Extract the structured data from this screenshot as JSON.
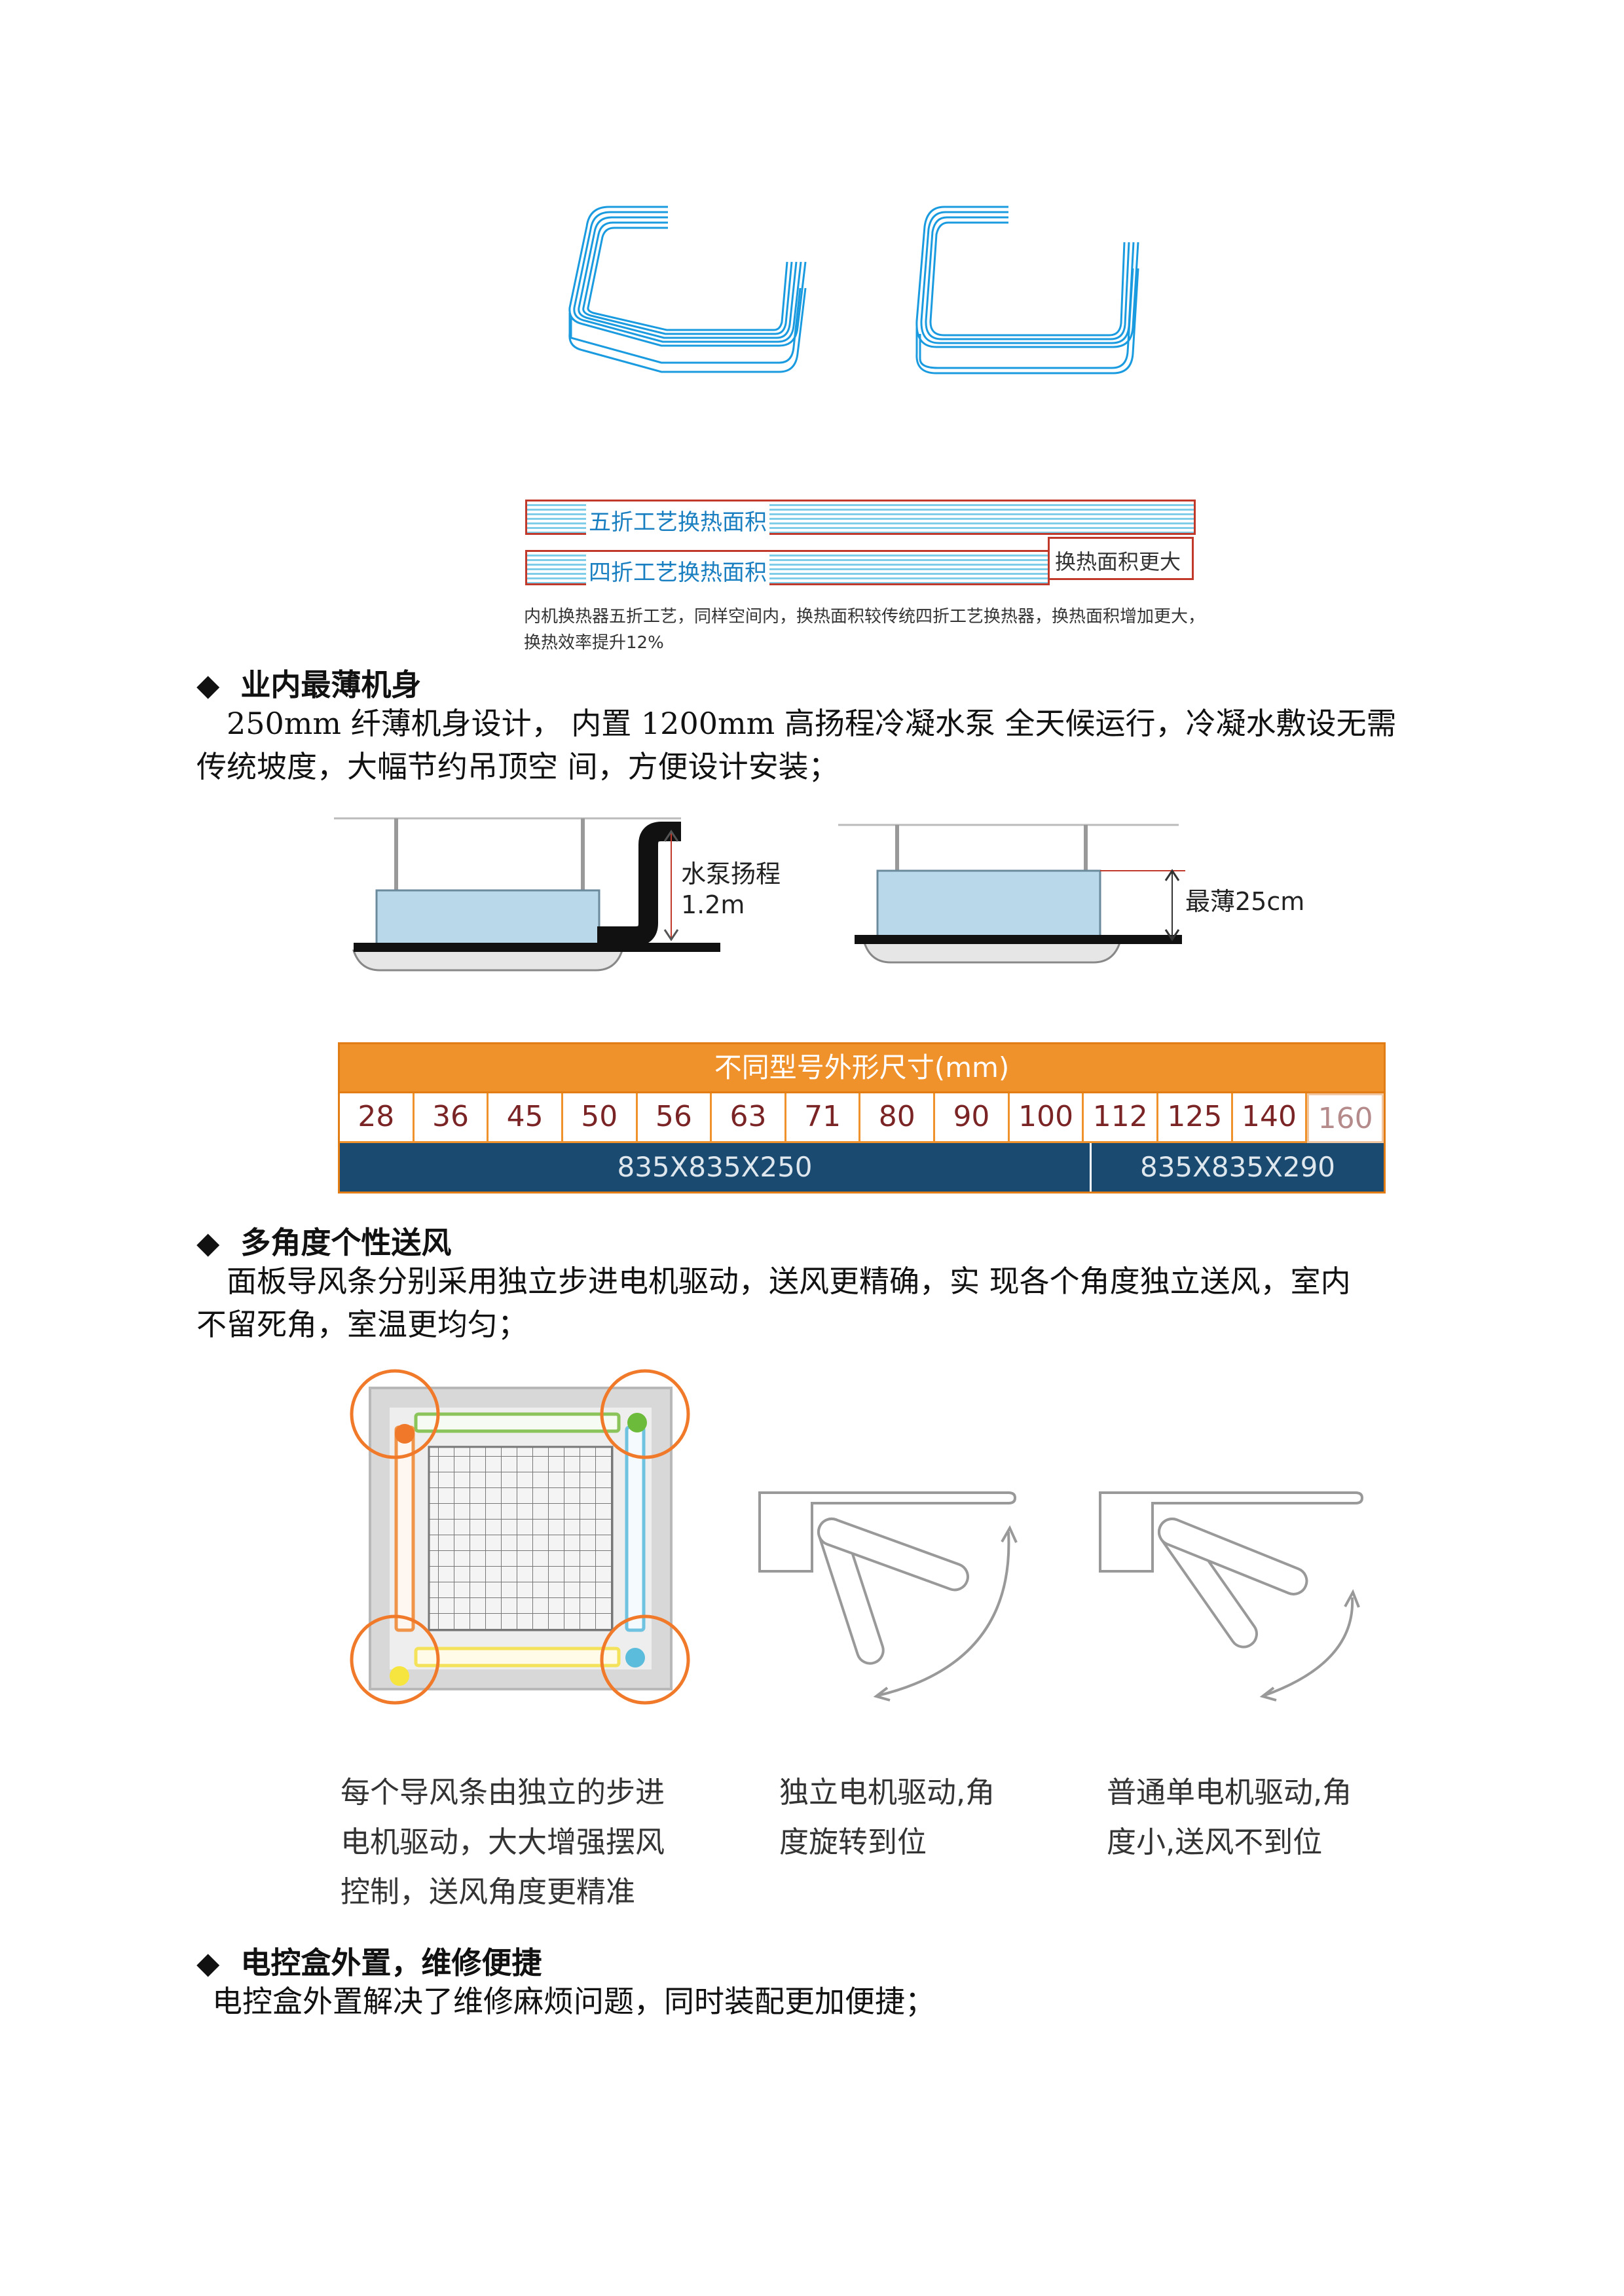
{
  "coil_figure": {
    "bar_five_label": "五折工艺换热面积",
    "bar_four_label": "四折工艺换热面积",
    "bar_bigger_label": "换热面积更大",
    "note_line1": "内机换热器五折工艺，同样空间内，换热面积较传统四折工艺换热器，换热面积增加更大，",
    "note_line2": "换热效率提升12%"
  },
  "section1": {
    "bullet": "◆",
    "title": "业内最薄机身",
    "para_line1": "250mm 纤薄机身设计， 内置 1200mm 高扬程冷凝水泵 全天候运行，冷凝水敷设无需",
    "para_line2": "传统坡度，大幅节约吊顶空 间，方便设计安装；"
  },
  "pump_figure": {
    "pump_label_line1": "水泵扬程",
    "pump_label_line2": "1.2m",
    "thin_label": "最薄25cm"
  },
  "size_table": {
    "header": "不同型号外形尺寸(mm)",
    "models": [
      "28",
      "36",
      "45",
      "50",
      "56",
      "63",
      "71",
      "80",
      "90",
      "100",
      "112",
      "125",
      "140",
      "160"
    ],
    "dim_small": "835X835X250",
    "dim_large": "835X835X290"
  },
  "section2": {
    "bullet": "◆",
    "title": "多角度个性送风",
    "para_line1": "面板导风条分别采用独立步进电机驱动，送风更精确，实 现各个角度独立送风，室内",
    "para_line2": "不留死角，室温更均匀；"
  },
  "louver_captions": {
    "c1_line1": "每个导风条由独立的步进",
    "c1_line2": "电机驱动，大大增强摆风",
    "c1_line3": "控制，送风角度更精准",
    "c2_line1": "独立电机驱动,角",
    "c2_line2": "度旋转到位",
    "c3_line1": "普通单电机驱动,角",
    "c3_line2": "度小,送风不到位"
  },
  "section3": {
    "bullet": "◆",
    "title": "电控盒外置，维修便捷",
    "para_line1": "电控盒外置解决了维修麻烦问题，同时装配更加便捷；"
  },
  "colors": {
    "coil_blue": "#1a9be0",
    "table_orange": "#f0922b",
    "table_navy": "#1b4a70",
    "accent_red": "#c0392b",
    "circle_orange": "#f07a2a"
  }
}
